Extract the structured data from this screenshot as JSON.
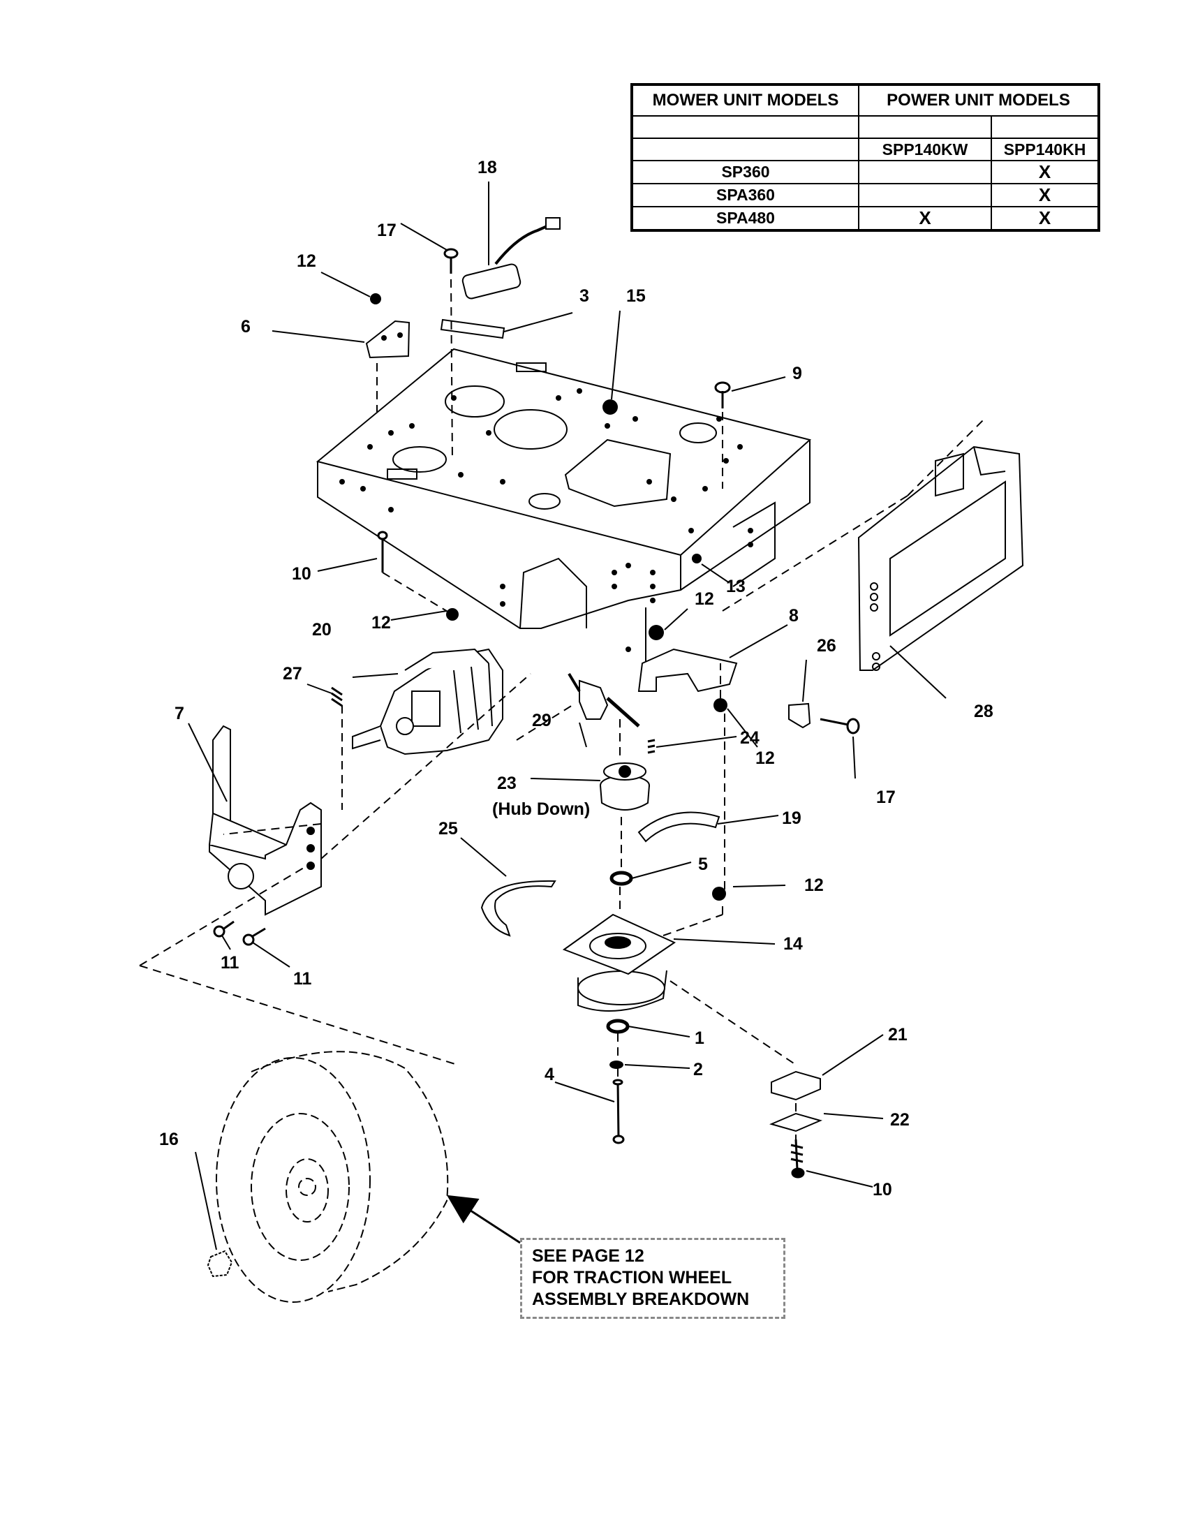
{
  "table": {
    "header_left": "MOWER UNIT MODELS",
    "header_right": "POWER UNIT MODELS",
    "col_a": "SPP140KW",
    "col_b": "SPP140KH",
    "rows": [
      {
        "model": "SP360",
        "a": "",
        "b": "X"
      },
      {
        "model": "SPA360",
        "a": "",
        "b": "X"
      },
      {
        "model": "SPA480",
        "a": "X",
        "b": "X"
      }
    ]
  },
  "callouts": {
    "c1": "1",
    "c2": "2",
    "c3": "3",
    "c4": "4",
    "c5": "5",
    "c6": "6",
    "c7": "7",
    "c8": "8",
    "c9": "9",
    "c10a": "10",
    "c10b": "10",
    "c11a": "11",
    "c11b": "11",
    "c12a": "12",
    "c12b": "12",
    "c12c": "12",
    "c12d": "12",
    "c12e": "12",
    "c13": "13",
    "c14": "14",
    "c15": "15",
    "c16": "16",
    "c17a": "17",
    "c17b": "17",
    "c18": "18",
    "c19": "19",
    "c20": "20",
    "c21": "21",
    "c22": "22",
    "c23": "23",
    "c23_note": "(Hub Down)",
    "c24": "24",
    "c25": "25",
    "c26": "26",
    "c27": "27",
    "c28": "28",
    "c29": "29"
  },
  "note": {
    "line1": "SEE PAGE 12",
    "line2": "FOR TRACTION WHEEL",
    "line3": "ASSEMBLY BREAKDOWN"
  }
}
